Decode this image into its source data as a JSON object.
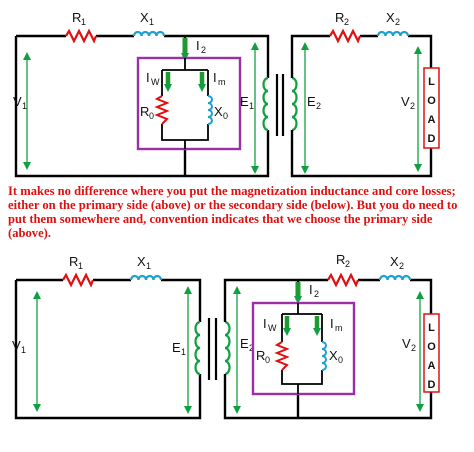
{
  "caption": "It makes no difference where you put the magnetization inductance and core losses; either on the primary side (above) or the secondary side (below). But you do need to put them somewhere and, convention indicates that we choose the primary side (above).",
  "labels": {
    "R1": "R",
    "R1_sub": "1",
    "X1": "X",
    "X1_sub": "1",
    "R2": "R",
    "R2_sub": "2",
    "X2": "X",
    "X2_sub": "2",
    "V1": "V",
    "V1_sub": "1",
    "V2": "V",
    "V2_sub": "2",
    "E1": "E",
    "E1_sub": "1",
    "E2": "E",
    "E2_sub": "2",
    "I2": "I",
    "I2_sub": "2",
    "Iw": "I",
    "Iw_sub": "W",
    "Im": "I",
    "Im_sub": "m",
    "R0": "R",
    "R0_sub": "0",
    "X0": "X",
    "X0_sub": "0",
    "load": [
      "L",
      "O",
      "A",
      "D"
    ]
  },
  "colors": {
    "wire": "#000000",
    "resistor": "#e01010",
    "inductor": "#1fa0d0",
    "core_winding": "#10a040",
    "voltage_arrow": "#10a040",
    "current_arrow": "#1e9a2e",
    "shunt_box": "#9b2fa8",
    "load_box": "#e01010",
    "caption": "#e01010"
  }
}
